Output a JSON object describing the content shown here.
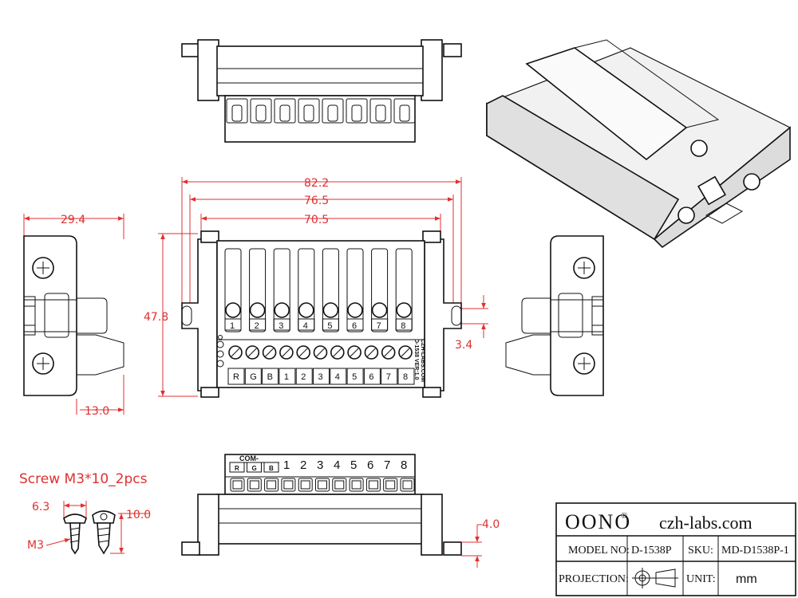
{
  "dimensions": {
    "overall_width": "82.2",
    "rail_width": "76.5",
    "inner_width": "70.5",
    "height": "47.8",
    "slot_offset": "3.4",
    "side_width": "29.4",
    "side_base": "13.0",
    "base_offset": "4.0",
    "screw_head": "6.3",
    "screw_length": "10.0"
  },
  "screw": {
    "note": "Screw M3*10_2pcs",
    "thread_label": "M3"
  },
  "front_view": {
    "channel_labels": [
      "1",
      "2",
      "3",
      "4",
      "5",
      "6",
      "7",
      "8"
    ],
    "terminal_labels": [
      "R",
      "G",
      "B",
      "1",
      "2",
      "3",
      "4",
      "5",
      "6",
      "7",
      "8"
    ],
    "version_text": "D-1538 VER:1.0",
    "site_text": "CZH-LABS.COM"
  },
  "bottom_view": {
    "com_label": "COM-",
    "com_sub": [
      "R",
      "G",
      "B"
    ],
    "channel_labels": [
      "1",
      "2",
      "3",
      "4",
      "5",
      "6",
      "7",
      "8"
    ]
  },
  "title_block": {
    "brand": "OONO",
    "registered": "®",
    "website": "czh-labs.com",
    "model_label": "MODEL NO:",
    "model_value": "D-1538P",
    "sku_label": "SKU:",
    "sku_value": "MD-D1538P-1",
    "projection_label": "PROJECTION:",
    "unit_label": "UNIT:",
    "unit_value": "mm"
  },
  "colors": {
    "dimension": "#e03030",
    "outline": "#111111"
  }
}
